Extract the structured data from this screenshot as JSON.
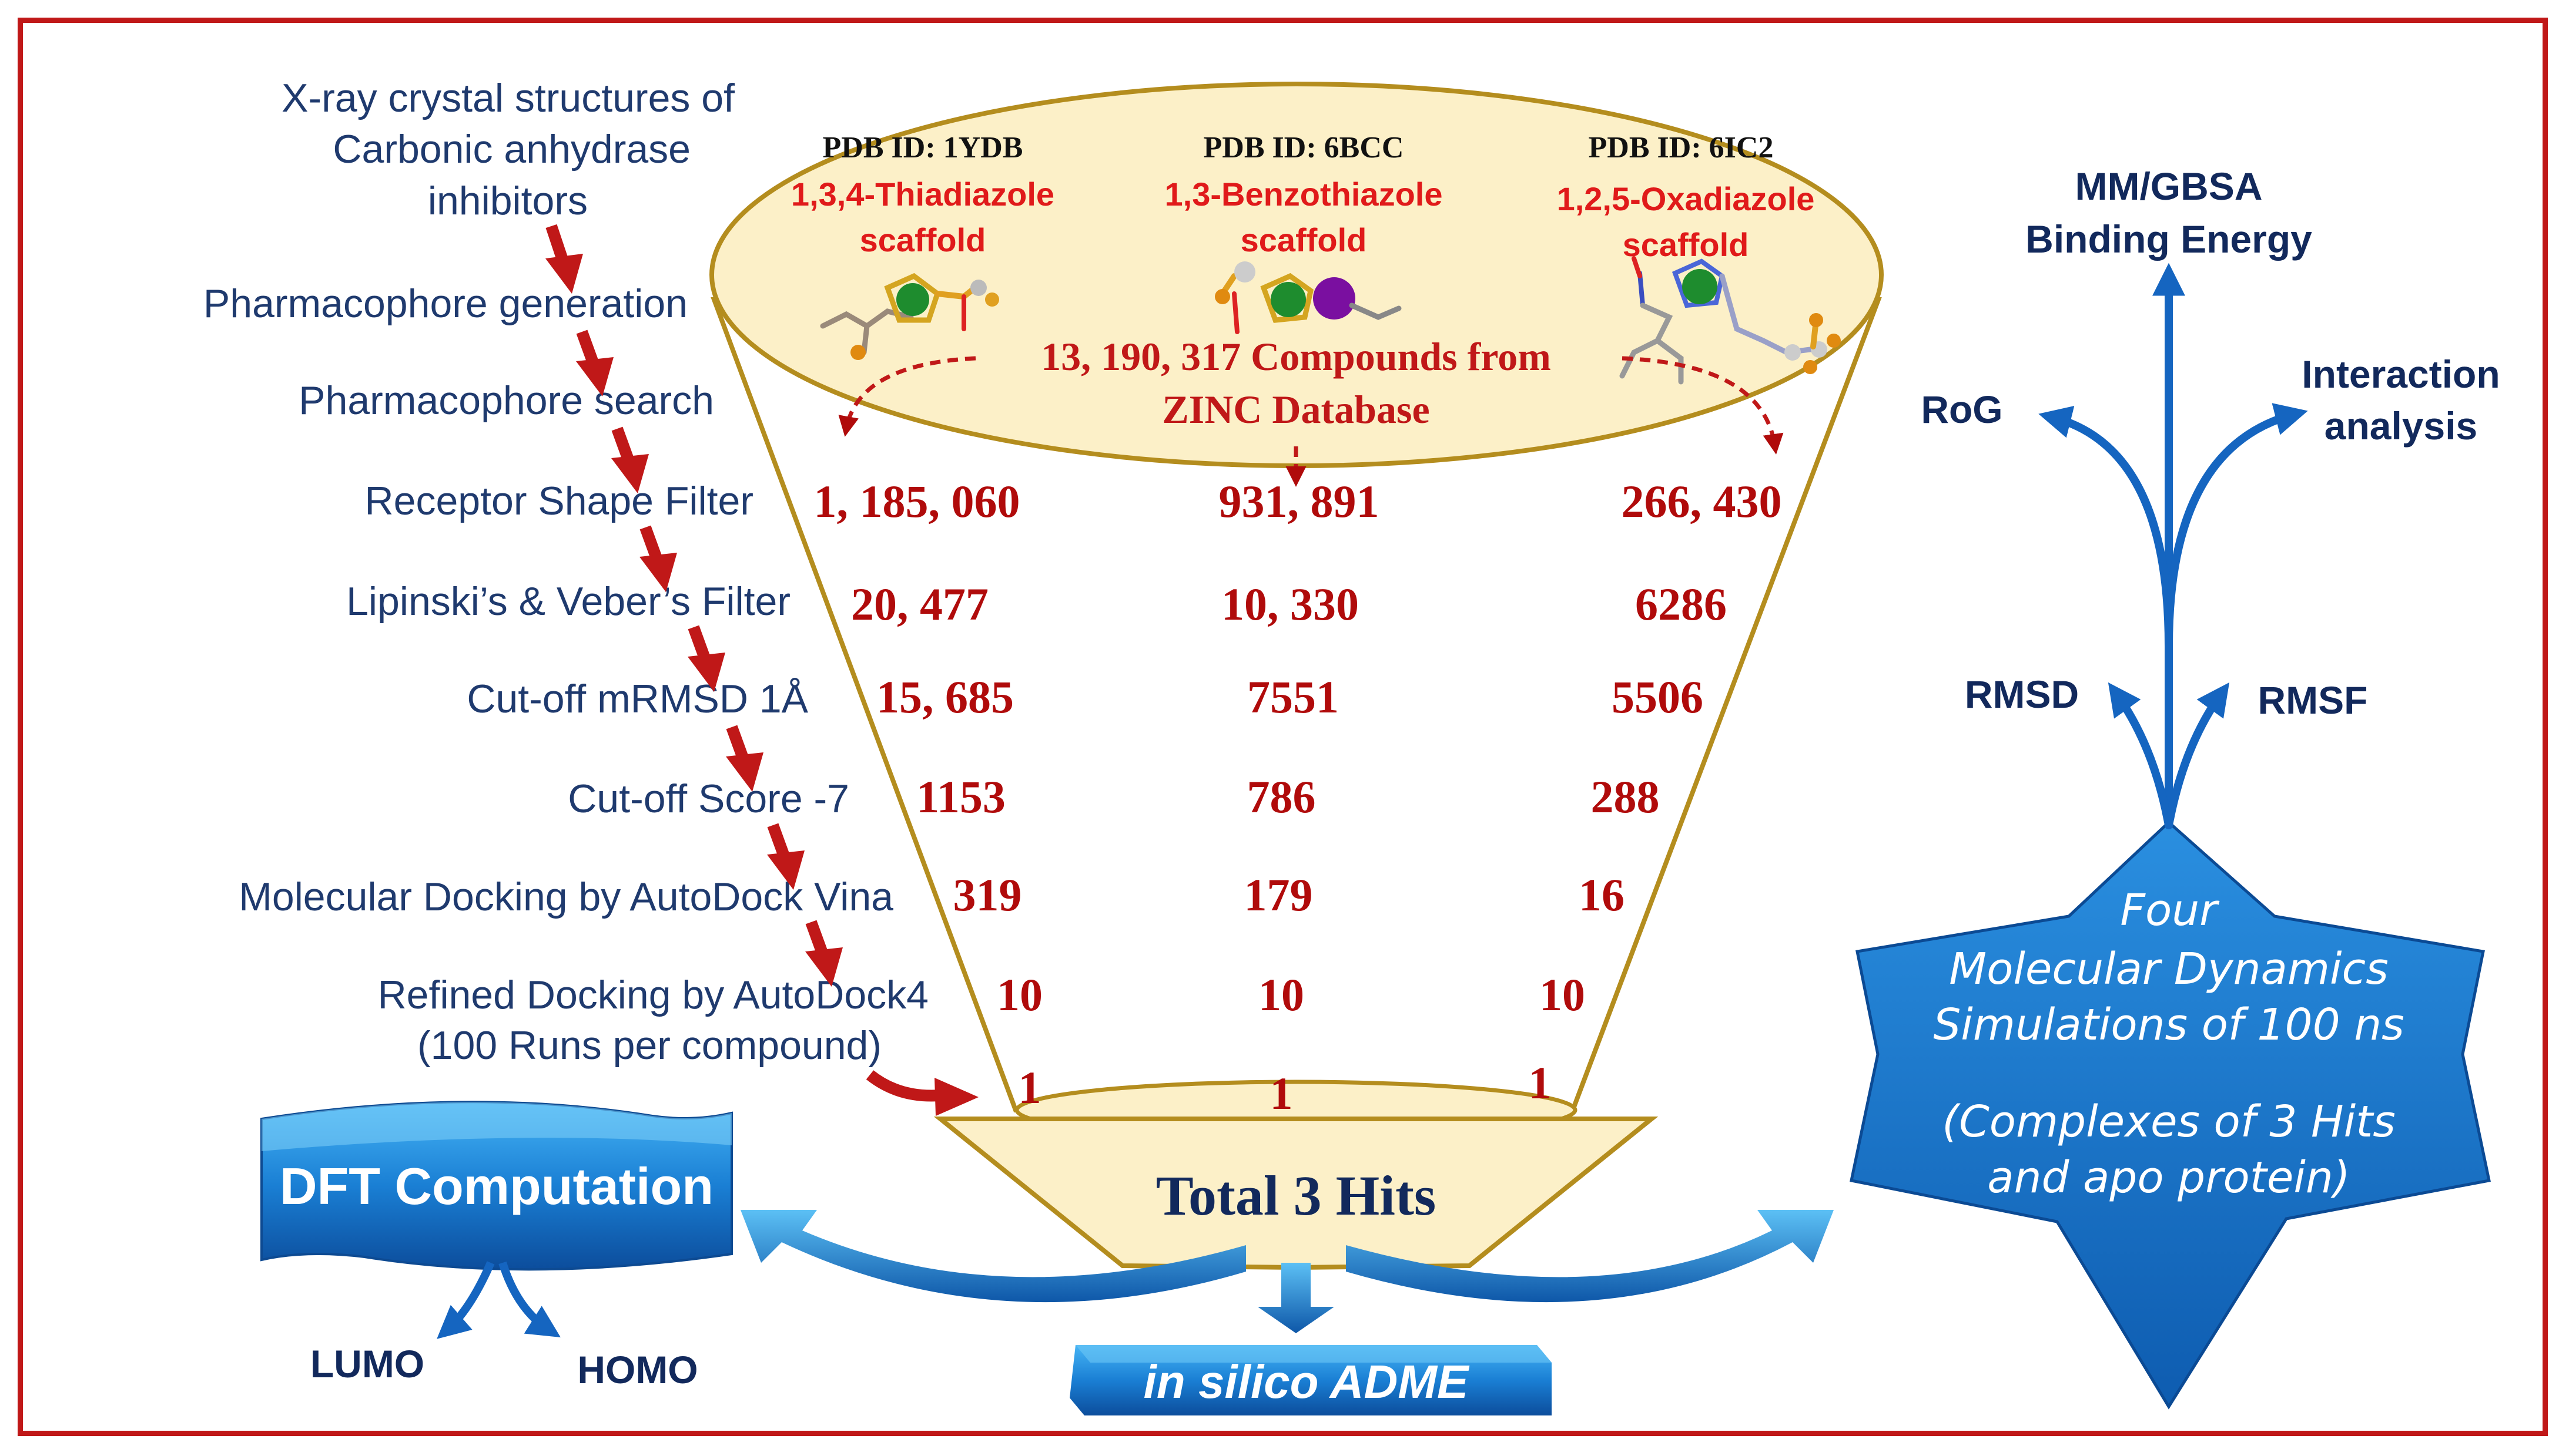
{
  "workflow": {
    "steps": [
      {
        "text": [
          "X-ray crystal structures of",
          "Carbonic anhydrase",
          "inhibitors"
        ]
      },
      {
        "text": [
          "Pharmacophore generation"
        ]
      },
      {
        "text": [
          "Pharmacophore search"
        ]
      },
      {
        "text": [
          "Receptor Shape Filter"
        ]
      },
      {
        "text": [
          "Lipinski’s & Veber’s Filter"
        ]
      },
      {
        "text": [
          "Cut-off mRMSD 1Å"
        ]
      },
      {
        "text": [
          "Cut-off Score -7"
        ]
      },
      {
        "text": [
          "Molecular Docking by AutoDock Vina"
        ]
      },
      {
        "text": [
          "Refined Docking by AutoDock4",
          "(100 Runs per compound)"
        ]
      }
    ]
  },
  "templates": [
    {
      "pdb": "PDB ID: 1YDB",
      "scaffold": [
        "1,3,4-Thiadiazole",
        "scaffold"
      ]
    },
    {
      "pdb": "PDB ID: 6BCC",
      "scaffold": [
        "1,3-Benzothiazole",
        "scaffold"
      ]
    },
    {
      "pdb": "PDB ID: 6IC2",
      "scaffold": [
        "1,2,5-Oxadiazole",
        "scaffold"
      ]
    }
  ],
  "database": [
    "13, 190, 317 Compounds from",
    "ZINC Database"
  ],
  "funnel_counts": [
    [
      "1, 185, 060",
      "931, 891",
      "266, 430"
    ],
    [
      "20, 477",
      "10, 330",
      "6286"
    ],
    [
      "15, 685",
      "7551",
      "5506"
    ],
    [
      "1153",
      "786",
      "288"
    ],
    [
      "319",
      "179",
      "16"
    ],
    [
      "10",
      "10",
      "10"
    ],
    [
      "1",
      "1",
      "1"
    ]
  ],
  "total_hits": "Total 3 Hits",
  "dft": {
    "label": "DFT Computation",
    "outputs": [
      "LUMO",
      "HOMO"
    ]
  },
  "adme": {
    "label": "in silico ADME"
  },
  "md": {
    "label": [
      "Four",
      "Molecular Dynamics",
      "Simulations of 100 ns",
      "",
      "(Complexes of 3 Hits",
      "and apo protein)"
    ],
    "analyses": {
      "mmgbsa": [
        "MM/GBSA",
        "Binding Energy"
      ],
      "rog": "RoG",
      "interaction": [
        "Interaction",
        "analysis"
      ],
      "rmsd": "RMSD",
      "rmsf": "RMSF"
    }
  },
  "colors": {
    "frame": "#c01818",
    "red_text": "#b00b0b",
    "step_text": "#1f3a6e",
    "navy": "#12295c",
    "funnel_fill": "#fcf0c8",
    "funnel_stroke": "#b48d1e",
    "blue": "#1565c0",
    "blue_light": "#2f9ae8",
    "atom_green": "#1e8c2e",
    "atom_purple": "#7a0fa0"
  }
}
